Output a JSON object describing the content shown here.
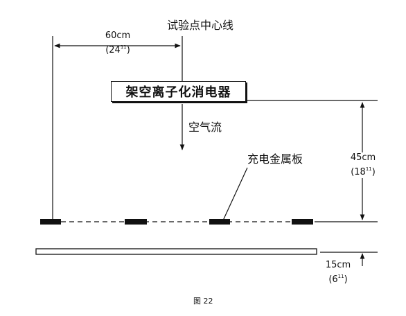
{
  "labels": {
    "center_line": "试验点中心线",
    "ionizer": "架空离子化消电器",
    "airflow": "空气流",
    "charged_plate": "充电金属板",
    "caption": "图 22"
  },
  "dimensions": {
    "horizontal": {
      "metric": "60cm",
      "imperial_value": "24",
      "imperial_mark": "11"
    },
    "vertical_top": {
      "metric": "45cm",
      "imperial_value": "18",
      "imperial_mark": "11"
    },
    "vertical_bottom": {
      "metric": "15cm",
      "imperial_value": "6",
      "imperial_mark": "11"
    }
  },
  "colors": {
    "ink": "#111111",
    "background": "#ffffff"
  }
}
